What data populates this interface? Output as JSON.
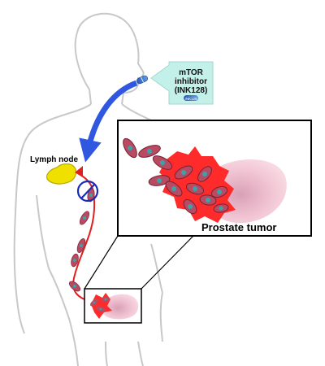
{
  "drug": {
    "line1": "mTOR",
    "line2": "inhibitor",
    "line3": "(INK128)",
    "pill_label": "INK128",
    "box_color": "#d9f5f1",
    "arrow_color": "#c4f0ea"
  },
  "labels": {
    "lymph_node": "Lymph node",
    "prostate_tumor": "Prostate tumor"
  },
  "colors": {
    "body_outline": "#c8c8c8",
    "vessel": "#e02020",
    "delivery_arrow": "#2f57e0",
    "lymph_node": "#f0e000",
    "block_circle": "#1b2bb8",
    "tumor_tissue": "#f2c6d4",
    "cancer_cell": "#b84a62",
    "cell_nucleus": "#3aa3a8",
    "invasion_front": "#ff2a2a"
  },
  "icons": {
    "pill": "pill-icon",
    "block": "blocked-circle-icon",
    "delivery": "curved-arrow-icon"
  }
}
